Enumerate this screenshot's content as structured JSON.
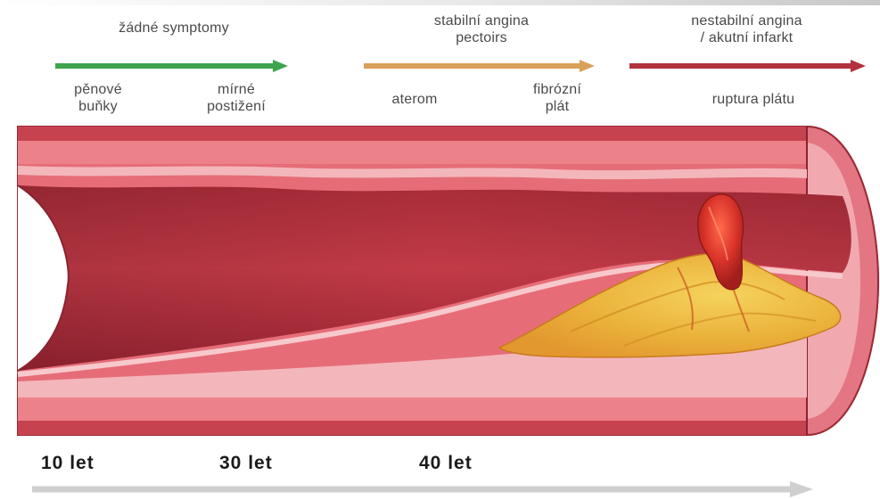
{
  "stages": [
    {
      "label": "žádné symptomy",
      "color": "#3fa34d"
    },
    {
      "label": "stabilní angina\npectoirs",
      "color": "#d9a05a"
    },
    {
      "label": "nestabilní angina\n/ akutní infarkt",
      "color": "#b2323d"
    }
  ],
  "sublabels": [
    "pěnové\nbuňky",
    "mírné\npostižení",
    "aterom",
    "fibrózní\nplát",
    "ruptura plátu"
  ],
  "ages": [
    "10 let",
    "30 let",
    "40 let"
  ],
  "colors": {
    "vessel_wall": "#e8707a",
    "vessel_wall_dark": "#c0424f",
    "intima": "#f2b3b6",
    "lumen": "#b83440",
    "plaque": "#f3c94a",
    "plaque_core": "#e9a52a",
    "thrombus": "#d8322a",
    "timeline_arrow": "#cfcfcf"
  }
}
